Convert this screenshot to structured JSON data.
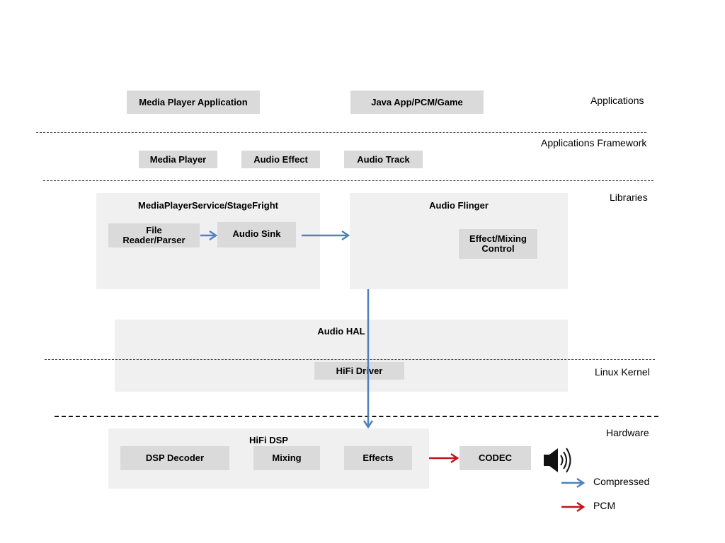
{
  "layers": {
    "applications": "Applications",
    "applications_framework": "Applications Framework",
    "libraries": "Libraries",
    "linux_kernel": "Linux Kernel",
    "hardware": "Hardware"
  },
  "applications": {
    "media_player_application": "Media Player Application",
    "java_app": "Java App/PCM/Game"
  },
  "framework": {
    "media_player": "Media Player",
    "audio_effect": "Audio Effect",
    "audio_track": "Audio Track"
  },
  "libraries": {
    "mediaplayerservice_title": "MediaPlayerService/StageFright",
    "file_reader_line1": "File",
    "file_reader_line2": "Reader/Parser",
    "audio_sink": "Audio Sink",
    "audio_flinger_title": "Audio Flinger",
    "effect_mixing_line1": "Effect/Mixing",
    "effect_mixing_line2": "Control"
  },
  "hal": {
    "audio_hal_title": "Audio HAL",
    "hifi_driver": "HiFi Driver"
  },
  "hardware": {
    "hifi_dsp_title": "HiFi DSP",
    "dsp_decoder": "DSP Decoder",
    "mixing": "Mixing",
    "effects": "Effects",
    "codec": "CODEC"
  },
  "legend": {
    "compressed": "Compressed",
    "pcm": "PCM"
  },
  "colors": {
    "compressed_arrow": "#4f81bd",
    "pcm_arrow": "#c0141a",
    "box_dark": "#dadada",
    "box_light": "#f0f0f0"
  },
  "icons": {
    "speaker": "speaker-icon"
  }
}
